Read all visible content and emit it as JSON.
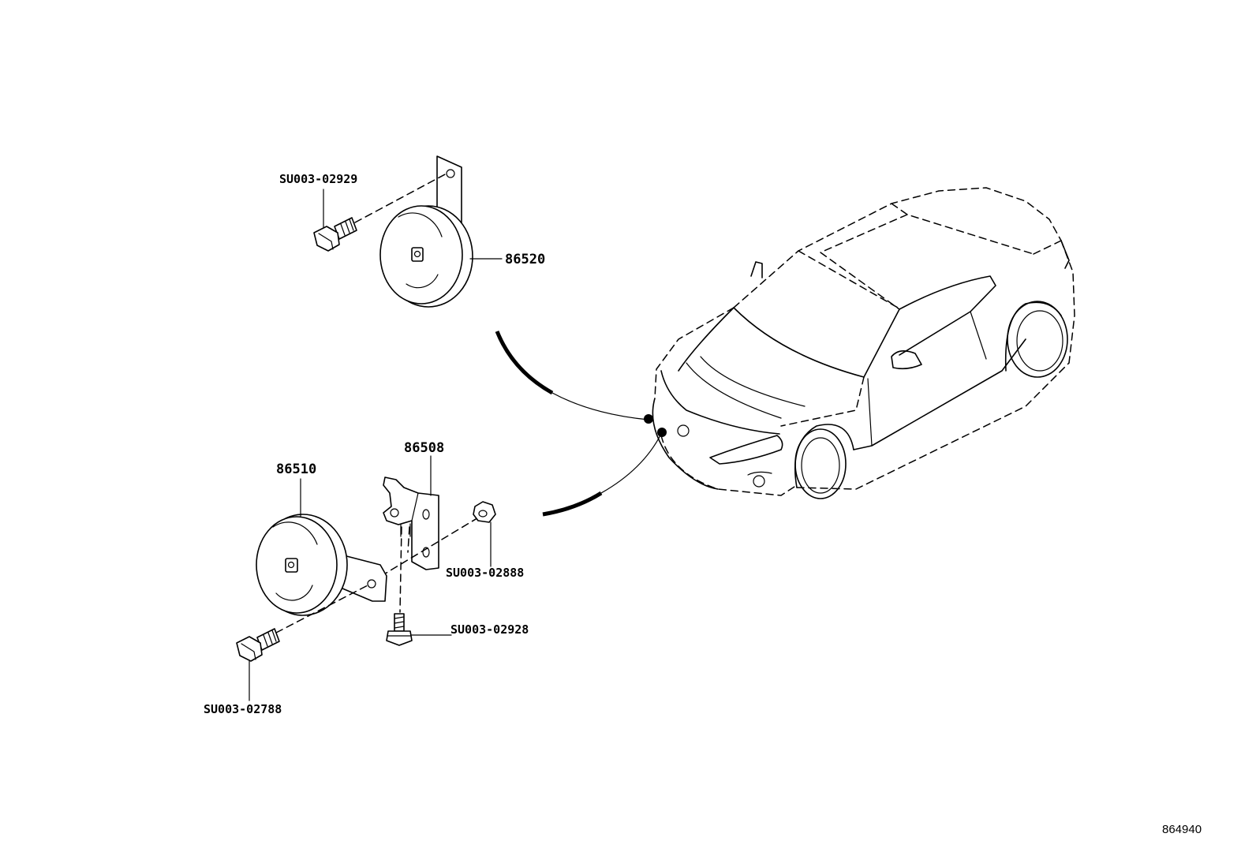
{
  "diagram": {
    "callouts": {
      "horn_high": "86520",
      "horn_low": "86510",
      "bracket": "86508",
      "bolt_high_horn": "SU003-02929",
      "nut_bracket": "SU003-02888",
      "bolt_bracket": "SU003-02928",
      "bolt_low_horn": "SU003-02788"
    },
    "illustration_code": "864940"
  }
}
